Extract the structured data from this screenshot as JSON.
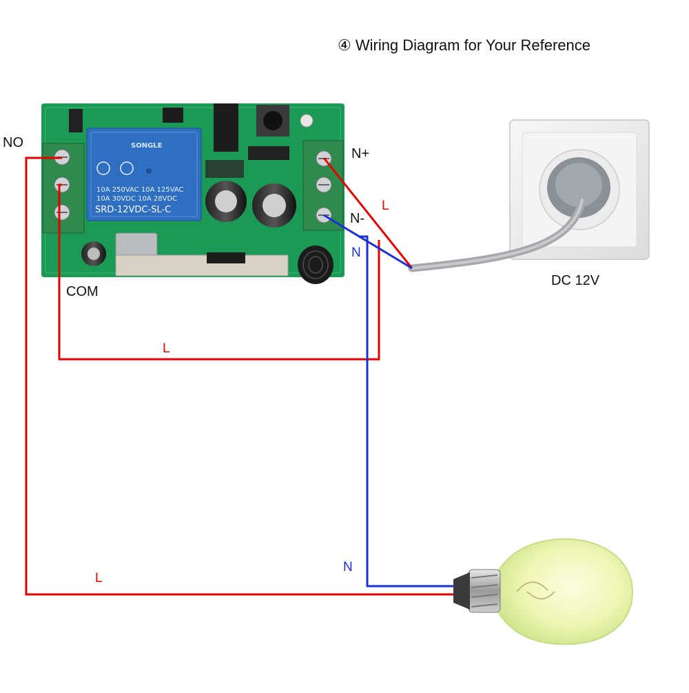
{
  "title": "④ Wiring Diagram for Your Reference",
  "terminals": {
    "no": "NO",
    "com": "COM",
    "n_plus": "N+",
    "n_minus": "N-"
  },
  "power_source": "DC 12V",
  "wire_labels": {
    "l_top_right": "L",
    "l_middle": "L",
    "l_bottom": "L",
    "n_top": "N",
    "n_bottom": "N"
  },
  "relay": {
    "brand": "SONGLE",
    "ratings": [
      "10A 250VAC  10A 125VAC",
      "10A 30VDC  10A 28VDC"
    ],
    "model": "SRD-12VDC-SL-C"
  },
  "colors": {
    "live_wire": "#e00000",
    "neutral_wire": "#1a2fd6",
    "pcb": "#1b9a55",
    "terminal_block": "#2f8a4e",
    "relay": "#2f6fc2"
  }
}
